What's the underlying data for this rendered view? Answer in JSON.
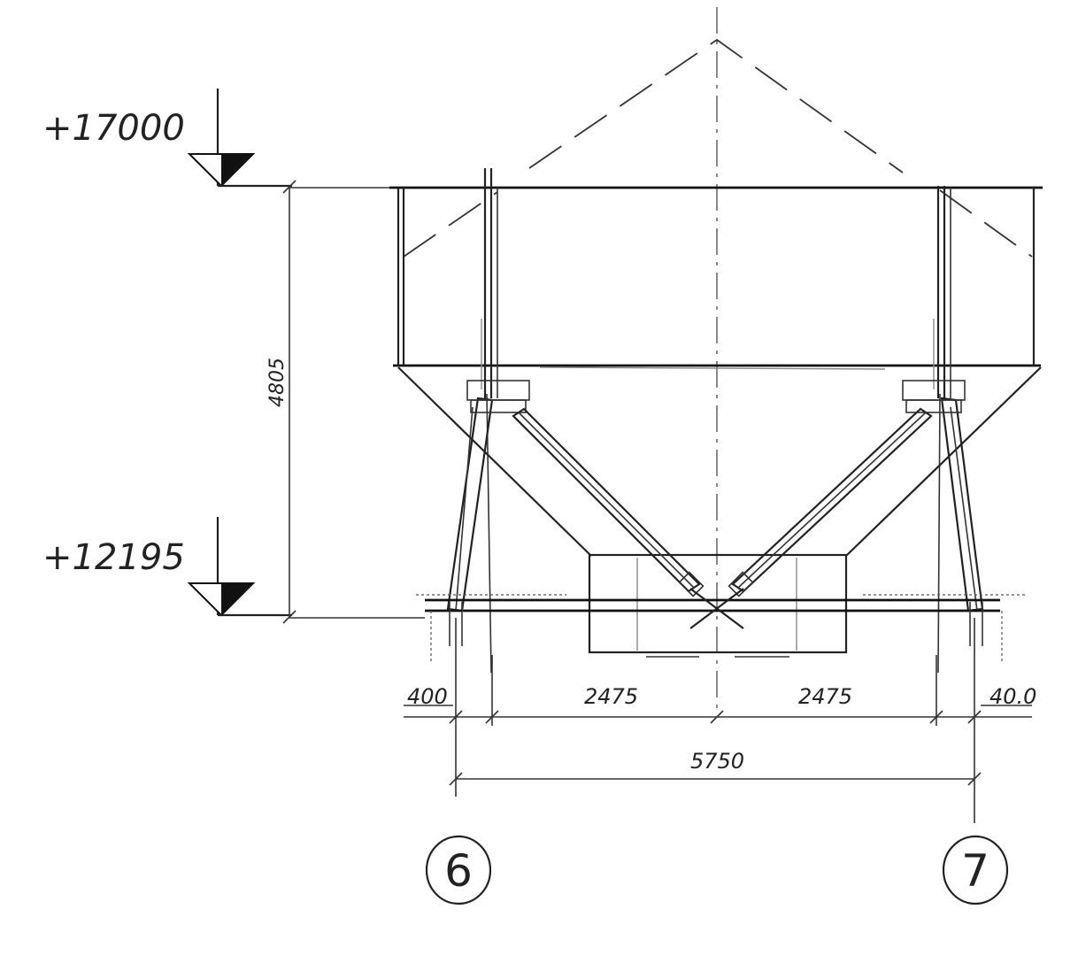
{
  "elevations": {
    "top": "+17000",
    "bottom": "+12195"
  },
  "dimensions": {
    "height": "4805",
    "left_offset": "400",
    "left_span": "2475",
    "right_span": "2475",
    "right_offset": "40.0",
    "total": "5750"
  },
  "axes": {
    "left": "6",
    "right": "7"
  }
}
